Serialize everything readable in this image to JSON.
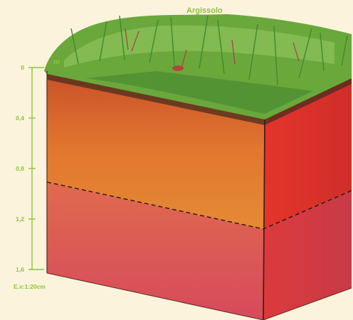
{
  "title": "Argissolo",
  "scale": {
    "unit": "m",
    "ticks": [
      "0",
      "0,4",
      "0,8",
      "1,2",
      "1,6"
    ],
    "vertical_scale": "E.v:1:20cm"
  },
  "colors": {
    "label": "#8dc43a",
    "upper_horizon": "#dc5a2c",
    "lower_horizon": "#d14a5a",
    "grass": "#5fa33a",
    "background": "#fbf3dc"
  }
}
